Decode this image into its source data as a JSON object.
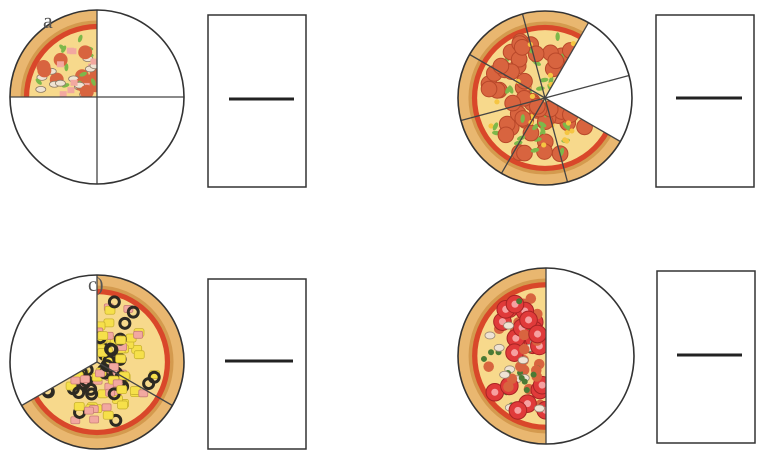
{
  "exercise": {
    "problems": [
      {
        "label": "a",
        "total_slices": 4,
        "pizza_slices": 1,
        "topping_style": "mixed"
      },
      {
        "label": "",
        "total_slices": 8,
        "pizza_slices": 6,
        "topping_style": "pepperoni"
      },
      {
        "label": "c)",
        "total_slices": 3,
        "pizza_slices": 2,
        "topping_style": "pineapple-ham-olive"
      },
      {
        "label": "",
        "total_slices": 2,
        "pizza_slices": 1,
        "topping_style": "tomato"
      }
    ]
  },
  "colors": {
    "crust": "#E9B770",
    "crust_dark": "#D49A4E",
    "sauce": "#D9472A",
    "cheese": "#F7D98C",
    "empty_fill": "#FFFFFF",
    "stroke": "#333333",
    "pepperoni": "#D8643F",
    "pepper_green": "#7DB84A",
    "olive": "#2D2A22",
    "ham": "#F2A8A0",
    "pineapple": "#F6E04A",
    "tomato": "#E03A3A",
    "mushroom": "#EFE3D3"
  }
}
